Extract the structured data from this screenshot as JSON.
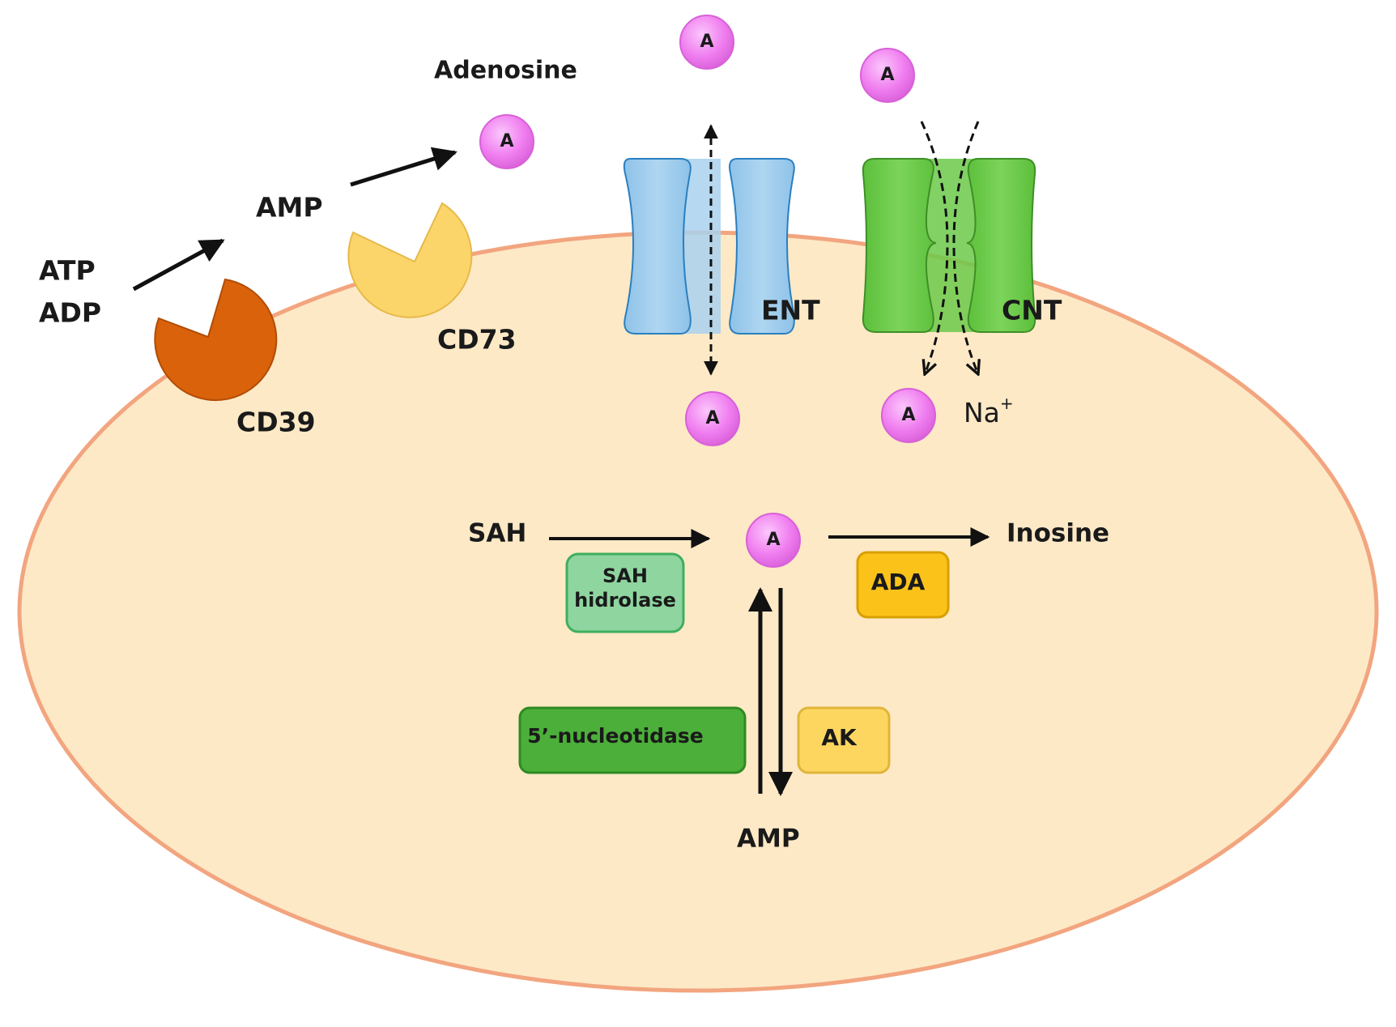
{
  "cell": {
    "fill": "#fde9c6",
    "membrane": "#f2a57f"
  },
  "labels": {
    "atp": "ATP",
    "adp": "ADP",
    "amp_outside": "AMP",
    "adenosine": "Adenosine",
    "cd39": "CD39",
    "cd73": "CD73",
    "ent": "ENT",
    "cnt": "CNT",
    "na": "Na",
    "na_charge": "+",
    "sah": "SAH",
    "inosine": "Inosine",
    "amp_inside": "AMP"
  },
  "enzymes": {
    "sah_hydrolase_line1": "SAH",
    "sah_hydrolase_line2": "hidrolase",
    "ada": "ADA",
    "ak": "AK",
    "nucleotidase": "5’-nucleotidase"
  },
  "molecule": {
    "symbol": "A",
    "color": "#f07ef0"
  },
  "colors": {
    "cd39": "#d9620a",
    "cd73": "#fcd56a",
    "ent": "#9ccbec",
    "cnt": "#6cc94a",
    "sah_hydrolase": "#8fd5a0",
    "ada": "#fbc31a",
    "ak": "#fdd660",
    "nucleotidase": "#4caf3a"
  }
}
